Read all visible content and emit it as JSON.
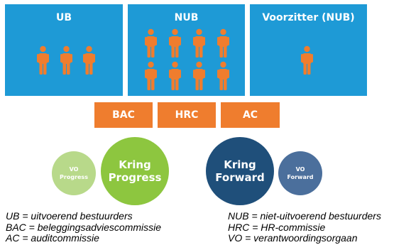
{
  "colors": {
    "box": "#1e9ad6",
    "person": "#ef7d2e",
    "tag": "#ef7d2e",
    "vo_progress": "#b8d98a",
    "kring_progress": "#8dc63f",
    "kring_forward": "#1f4f7a",
    "vo_forward": "#4b6f9c"
  },
  "boxes": {
    "ub": {
      "title": "UB",
      "member_count": 3
    },
    "nub": {
      "title": "NUB",
      "member_count": 8
    },
    "voorzitter": {
      "title": "Voorzitter (NUB)",
      "member_count": 1
    }
  },
  "committees": [
    "BAC",
    "HRC",
    "AC"
  ],
  "circles": {
    "vo_progress": {
      "line1": "VO",
      "line2": "Progress"
    },
    "kring_progress": {
      "line1": "Kring",
      "line2": "Progress"
    },
    "kring_forward": {
      "line1": "Kring",
      "line2": "Forward"
    },
    "vo_forward": {
      "line1": "VO",
      "line2": "Forward"
    }
  },
  "legend": {
    "left": [
      "UB = uitvoerend bestuurders",
      "BAC = beleggingsadviescommissie",
      "AC = auditcommissie"
    ],
    "right": [
      "NUB = niet-uitvoerend bestuurders",
      "HRC = HR-commissie",
      "VO = verantwoordingsorgaan"
    ]
  }
}
